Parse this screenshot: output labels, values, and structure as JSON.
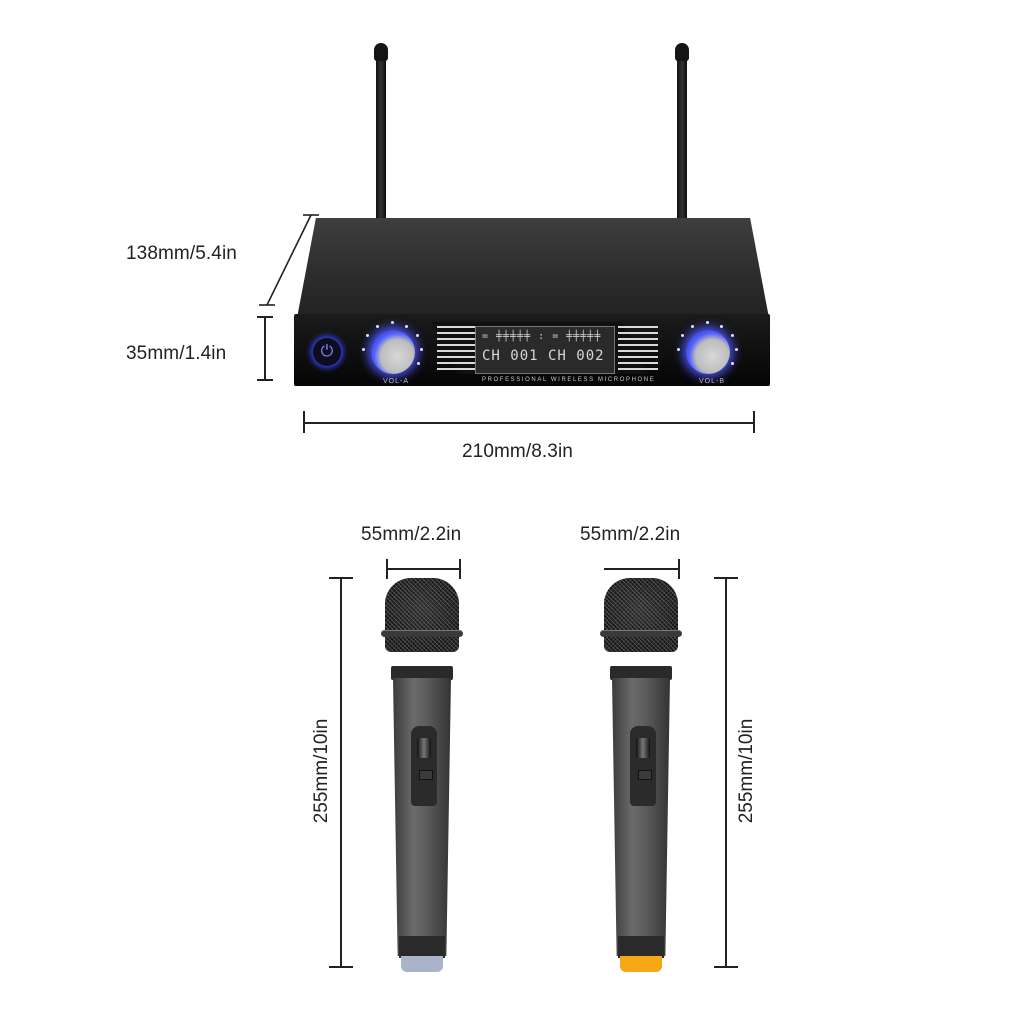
{
  "receiver": {
    "depth_label": "138mm/5.4in",
    "height_label": "35mm/1.4in",
    "width_label": "210mm/8.3in",
    "knob_a_label": "VOL-A",
    "knob_b_label": "VOL-B",
    "display": {
      "channel_a": "CH 001",
      "channel_b": "CH 002",
      "level_row": "= ╪╪╪╪╪ : = ╪╪╪╪╪"
    },
    "front_caption": "PROFESSIONAL WIRELESS MICROPHONE",
    "power_icon": "power-icon",
    "light_color": "#4b55ff"
  },
  "microphones": [
    {
      "width_label": "55mm/2.2in",
      "length_label": "255mm/10in",
      "cap_color": "#aab4c8"
    },
    {
      "width_label": "55mm/2.2in",
      "length_label": "255mm/10in",
      "cap_color": "#f5a716"
    }
  ]
}
